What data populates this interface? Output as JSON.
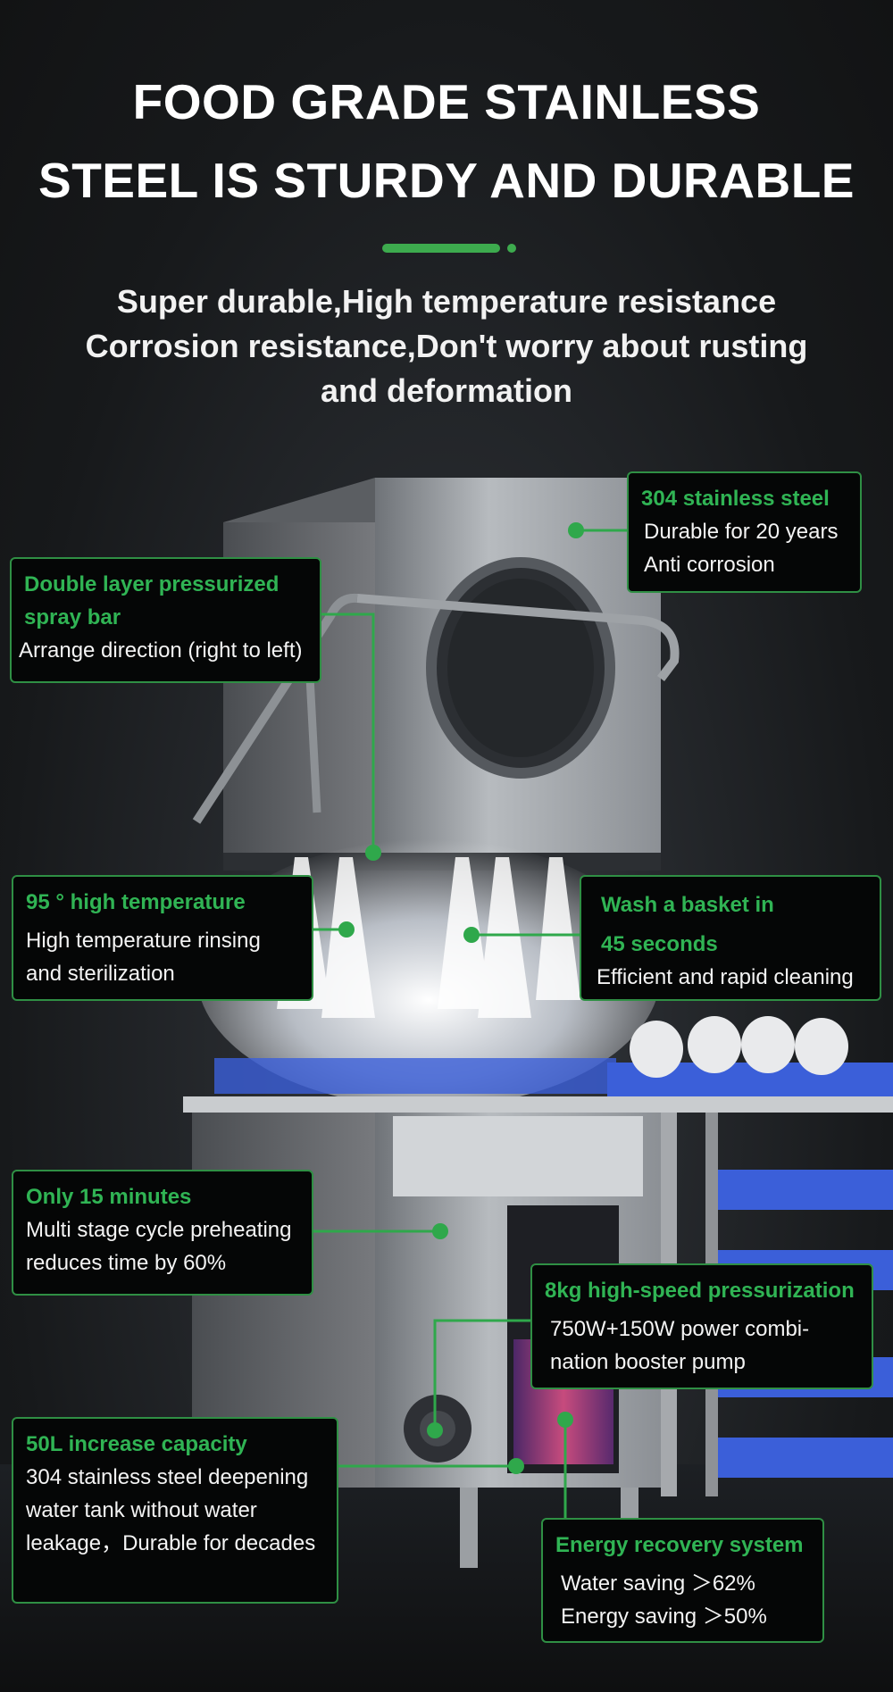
{
  "headline": {
    "line1": "FOOD GRADE STAINLESS",
    "line2": "STEEL IS STURDY AND DURABLE"
  },
  "subheadline": {
    "line1": "Super durable,High temperature resistance",
    "line2": "Corrosion resistance,Don't worry about rusting",
    "line3": "and deformation"
  },
  "colors": {
    "accent": "#3dab4e",
    "title_green": "#30b454",
    "callout_bg": "#050606",
    "basket_blue": "#3b5fd9"
  },
  "callouts": {
    "stainless": {
      "title": "304 stainless steel",
      "lines": [
        "Durable for 20 years",
        "Anti corrosion"
      ]
    },
    "spray_bar": {
      "title_lines": [
        "Double layer pressurized",
        "spray bar"
      ],
      "lines": [
        "Arrange direction (right to left)"
      ]
    },
    "high_temp": {
      "title": "95 ° high temperature",
      "lines": [
        "High temperature rinsing",
        "and sterilization"
      ]
    },
    "wash_basket": {
      "title_lines": [
        "Wash a basket in",
        "45 seconds"
      ],
      "lines": [
        "Efficient and rapid cleaning"
      ]
    },
    "fifteen_min": {
      "title": "Only 15 minutes",
      "lines": [
        "Multi stage cycle preheating",
        "reduces time by 60%"
      ]
    },
    "pressurization": {
      "title": "8kg high-speed pressurization",
      "lines": [
        "750W+150W power combi-",
        "nation booster pump"
      ]
    },
    "capacity": {
      "title": "50L increase capacity",
      "lines": [
        "304 stainless steel deepening",
        "water tank without water",
        "leakage，Durable for decades"
      ]
    },
    "energy": {
      "title": "Energy recovery system",
      "lines": [
        "Water saving ＞62%",
        "Energy saving ＞50%"
      ]
    }
  }
}
